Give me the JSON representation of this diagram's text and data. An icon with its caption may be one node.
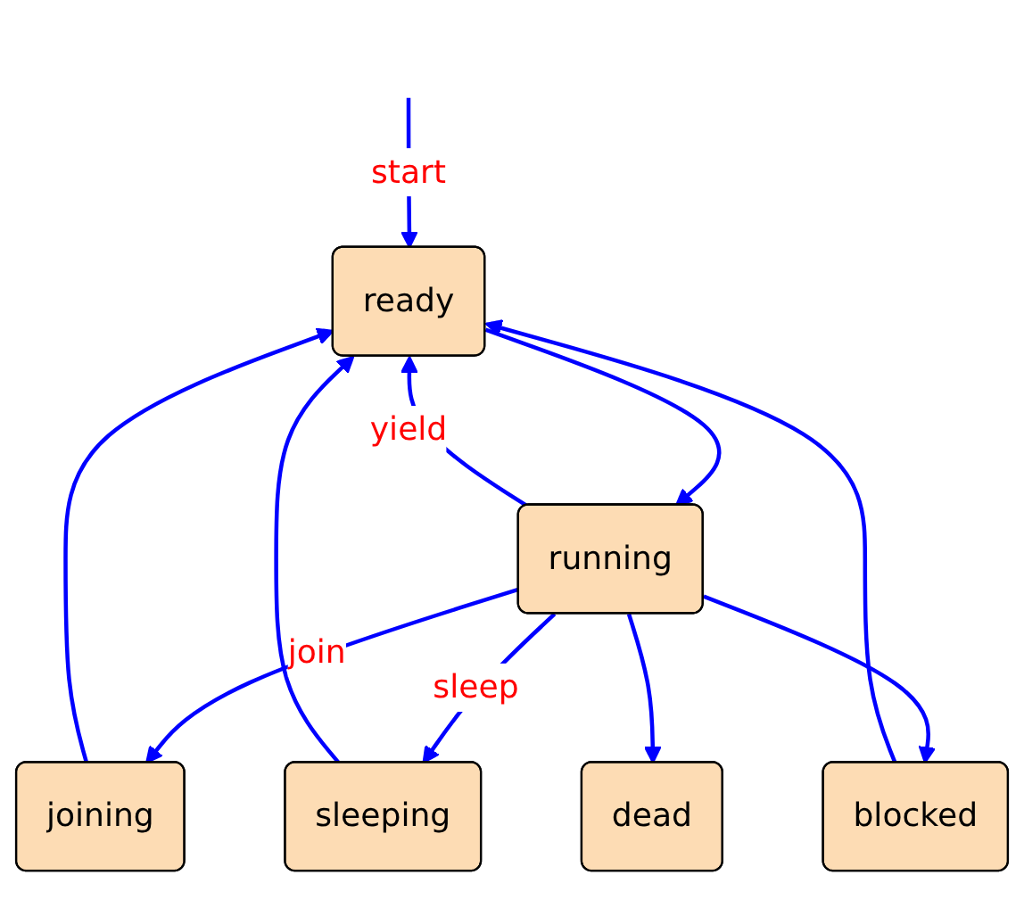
{
  "diagram": {
    "nodes": [
      {
        "text": [
          "ready"
        ]
      },
      {
        "text": [
          "running"
        ]
      },
      {
        "text": [
          "joining"
        ]
      },
      {
        "text": [
          "sleeping"
        ]
      },
      {
        "text": [
          "blocked"
        ]
      },
      {
        "text": [
          "dead"
        ]
      }
    ],
    "edges": [
      {
        "from": null,
        "to": 0,
        "arrow": "to",
        "label": "start"
      },
      {
        "from": 0,
        "to": 1,
        "arrow": "to"
      },
      {
        "from": 1,
        "to": 0,
        "arrow": "to",
        "label": "yield"
      },
      {
        "from": 1,
        "to": 2,
        "arrow": "to",
        "label": "join"
      },
      {
        "from": 1,
        "to": 3,
        "arrow": "to",
        "label": "sleep"
      },
      {
        "from": 1,
        "to": 4,
        "arrow": "to"
      },
      {
        "from": 1,
        "to": 5,
        "arrow": "to"
      },
      {
        "from": 2,
        "to": 0,
        "arrow": "to"
      },
      {
        "from": 3,
        "to": 0,
        "arrow": "to"
      },
      {
        "from": 4,
        "to": 0,
        "arrow": "to"
      }
    ]
  }
}
